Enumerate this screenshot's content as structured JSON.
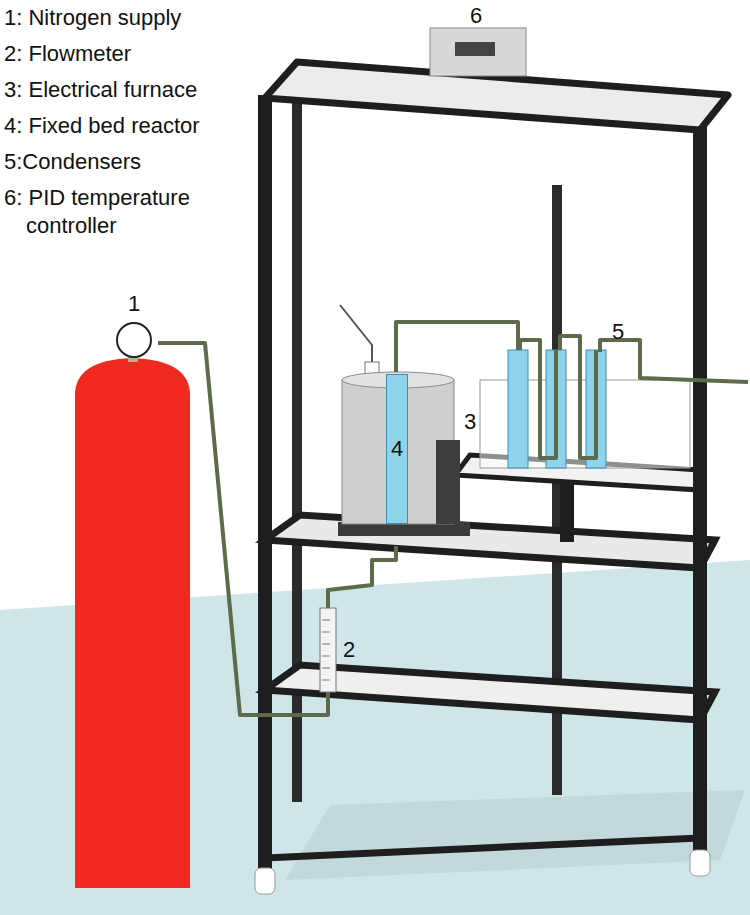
{
  "diagram": {
    "nodes": [
      {
        "text": [
          "4"
        ]
      }
    ],
    "labels": [
      "1: Nitrogen supply",
      "2: Flowmeter",
      "3: Electrical furnace",
      "4: Fixed bed reactor",
      "5:Condensers",
      "6: PID temperature controller",
      "1",
      "2",
      "3",
      "5",
      "6"
    ]
  }
}
